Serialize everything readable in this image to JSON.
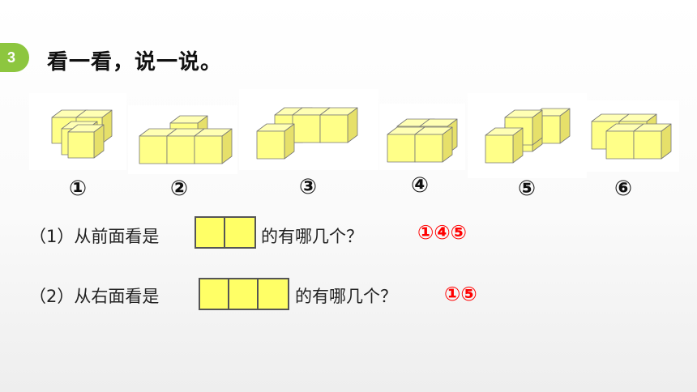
{
  "section": {
    "number": "3",
    "title": "看一看，说一说。"
  },
  "figures": [
    {
      "label": "①"
    },
    {
      "label": "②"
    },
    {
      "label": "③"
    },
    {
      "label": "④"
    },
    {
      "label": "⑤"
    },
    {
      "label": "⑥"
    }
  ],
  "questions": [
    {
      "prefix": "（1）从前面看是",
      "suffix": "的有哪几个？",
      "answer": "①④⑤",
      "grid_cells": 2
    },
    {
      "prefix": "（2）从右面看是",
      "suffix": "的有哪几个？",
      "answer": "①⑤",
      "grid_cells": 3
    }
  ],
  "colors": {
    "cube_face": "#ffff88",
    "cube_side": "#e6e06a",
    "cube_top": "#ffffb4",
    "answer": "#ff0000",
    "badge": "#8dc63f"
  }
}
